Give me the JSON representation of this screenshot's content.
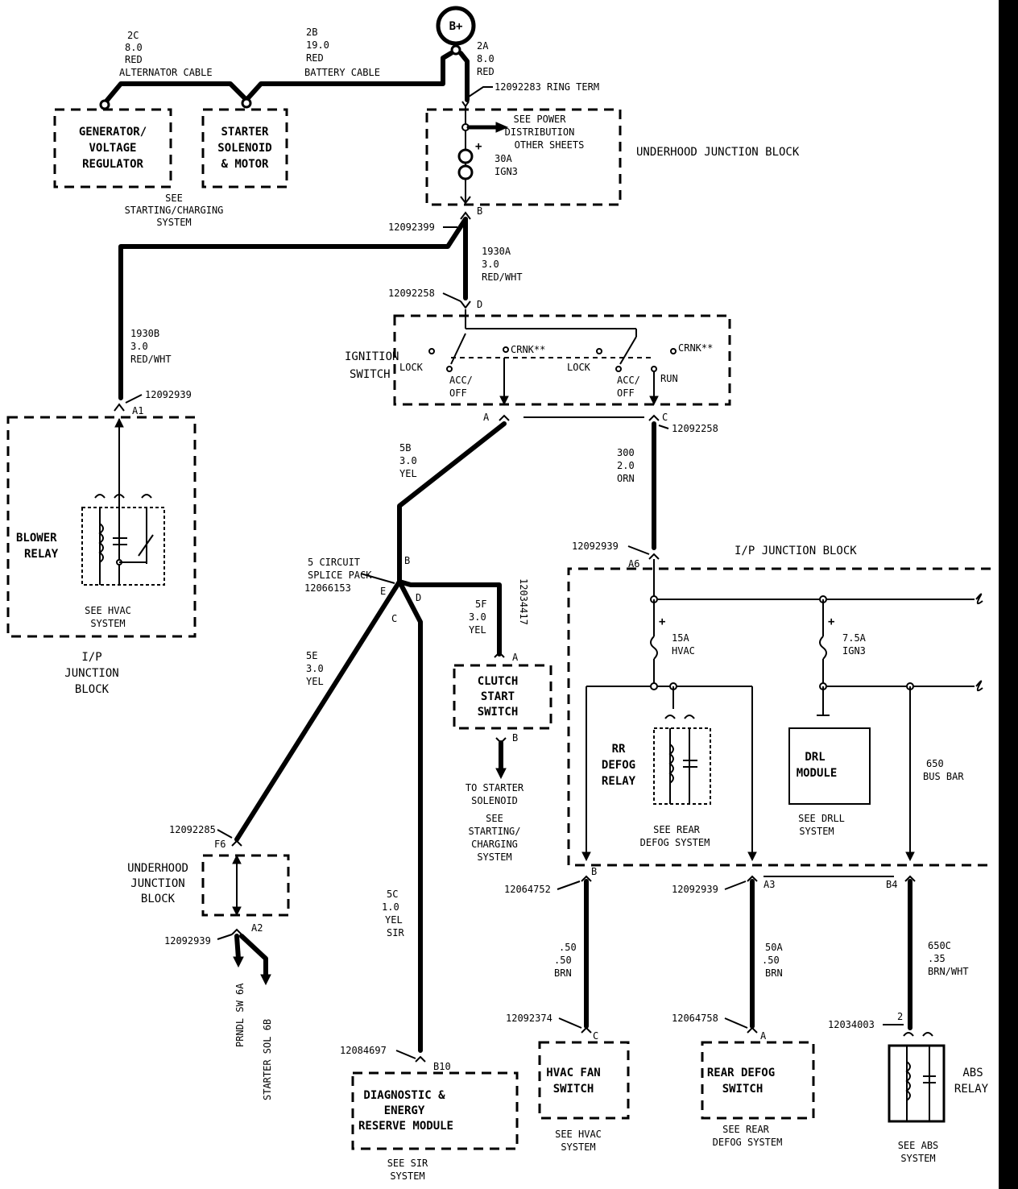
{
  "battery": {
    "label": "B+"
  },
  "wires": {
    "w2c": [
      "2C",
      "8.0",
      "RED",
      "ALTERNATOR CABLE"
    ],
    "w2b": [
      "2B",
      "19.0",
      "RED",
      "BATTERY CABLE"
    ],
    "w2a": [
      "2A",
      "8.0",
      "RED"
    ],
    "ringterm": "12092283  RING TERM",
    "w1930a": [
      "1930A",
      "3.0",
      "RED/WHT"
    ],
    "w1930b": [
      "1930B",
      "3.0",
      "RED/WHT"
    ],
    "w5b": [
      "5B",
      "3.0",
      "YEL"
    ],
    "w300": [
      "300",
      "2.0",
      "ORN"
    ],
    "w5f": [
      "5F",
      "3.0",
      "YEL"
    ],
    "w5e": [
      "5E",
      "3.0",
      "YEL"
    ],
    "w5c": [
      "5C",
      "1.0",
      "YEL",
      "SIR"
    ],
    "w50": [
      ".50",
      ".50",
      "BRN"
    ],
    "w50a": [
      "50A",
      ".50",
      "BRN"
    ],
    "w650c": [
      "650C",
      ".35",
      "BRN/WHT"
    ]
  },
  "connectors": {
    "c12092399": "12092399",
    "c12092258a": "12092258",
    "c12092258b": "12092258",
    "c12092939_a1": "12092939",
    "c12092939_a6": "12092939",
    "c12092285": "12092285",
    "c12092939_a2": "12092939",
    "c12034417": "12034417",
    "c12064752": "12064752",
    "c12092939_a3": "12092939",
    "c12092374": "12092374",
    "c12064758": "12064758",
    "c12034003": "12034003",
    "c12084697": "12084697"
  },
  "pins": {
    "B_uhjb": "B",
    "D_ign": "D",
    "A1": "A1",
    "A_ign": "A",
    "C_ign": "C",
    "A6": "A6",
    "B_splice": "B",
    "E": "E",
    "D_splice": "D",
    "C_splice": "C",
    "A_clutch": "A",
    "B_clutch": "B",
    "F6": "F6",
    "A2": "A2",
    "B_ipjb": "B",
    "A3": "A3",
    "B4": "B4",
    "C_hvac": "C",
    "A_rear": "A",
    "two": "2",
    "B10": "B10"
  },
  "components": {
    "generator": [
      "GENERATOR/",
      "VOLTAGE",
      "REGULATOR"
    ],
    "starter": [
      "STARTER",
      "SOLENOID",
      "& MOTOR"
    ],
    "see_starting": [
      "SEE",
      "STARTING/CHARGING",
      "SYSTEM"
    ],
    "power_dist": [
      "SEE POWER",
      "DISTRIBUTION",
      "OTHER SHEETS"
    ],
    "fuse30": [
      "30A",
      "IGN3"
    ],
    "uhjb_title": "UNDERHOOD JUNCTION BLOCK",
    "ign_title": [
      "IGNITION",
      "SWITCH"
    ],
    "ign_labels": {
      "lock1": "LOCK",
      "accoff1": [
        "ACC/",
        "OFF"
      ],
      "crnk1": "CRNK**",
      "lock2": "LOCK",
      "accoff2": [
        "ACC/",
        "OFF"
      ],
      "run": "RUN",
      "crnk2": "CRNK**"
    },
    "blower": [
      "BLOWER",
      "RELAY"
    ],
    "see_hvac1": [
      "SEE HVAC",
      "SYSTEM"
    ],
    "ipjb_left": [
      "I/P",
      "JUNCTION",
      "BLOCK"
    ],
    "splice": [
      "5 CIRCUIT",
      "SPLICE PACK",
      "12066153"
    ],
    "clutch": [
      "CLUTCH",
      "START",
      "SWITCH"
    ],
    "to_starter": [
      "TO STARTER",
      "SOLENOID"
    ],
    "see_starting2": [
      "SEE",
      "STARTING/",
      "CHARGING",
      "SYSTEM"
    ],
    "ipjb_title": "I/P JUNCTION BLOCK",
    "fuse15": [
      "15A",
      "HVAC"
    ],
    "fuse75": [
      "7.5A",
      "IGN3"
    ],
    "rr_defog": [
      "RR",
      "DEFOG",
      "RELAY"
    ],
    "see_rear_defog1": [
      "SEE REAR",
      "DEFOG SYSTEM"
    ],
    "drl": [
      "DRL",
      "MODULE"
    ],
    "see_drl": [
      "SEE DRLL",
      "SYSTEM"
    ],
    "busbar": [
      "650",
      "BUS BAR"
    ],
    "uhjb_small": [
      "UNDERHOOD",
      "JUNCTION",
      "BLOCK"
    ],
    "prndl": "PRNDL SW 6A",
    "starter_sol": "STARTER SOL 6B",
    "diag": [
      "DIAGNOSTIC &",
      "ENERGY",
      "RESERVE MODULE"
    ],
    "see_sir": [
      "SEE SIR",
      "SYSTEM"
    ],
    "hvac_fan": [
      "HVAC FAN",
      "SWITCH"
    ],
    "see_hvac2": [
      "SEE HVAC",
      "SYSTEM"
    ],
    "rear_defog_sw": [
      "REAR DEFOG",
      "SWITCH"
    ],
    "see_rear_defog2": [
      "SEE REAR",
      "DEFOG SYSTEM"
    ],
    "abs": [
      "ABS",
      "RELAY"
    ],
    "see_abs": [
      "SEE ABS",
      "SYSTEM"
    ]
  }
}
